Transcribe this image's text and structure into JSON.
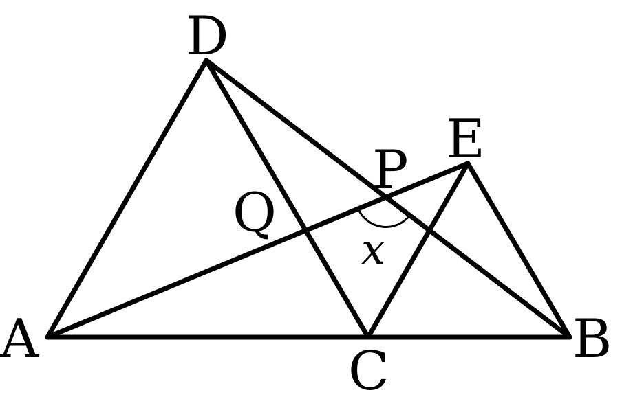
{
  "diagram": {
    "stroke_color": "#000000",
    "background_color": "#ffffff",
    "points": {
      "A": "A",
      "B": "B",
      "C": "C",
      "D": "D",
      "E": "E",
      "P": "P",
      "Q": "Q"
    },
    "angle_label": "x",
    "segments": [
      [
        "A",
        "B"
      ],
      [
        "A",
        "D"
      ],
      [
        "D",
        "C"
      ],
      [
        "D",
        "B"
      ],
      [
        "A",
        "E"
      ],
      [
        "C",
        "E"
      ],
      [
        "E",
        "B"
      ]
    ]
  }
}
